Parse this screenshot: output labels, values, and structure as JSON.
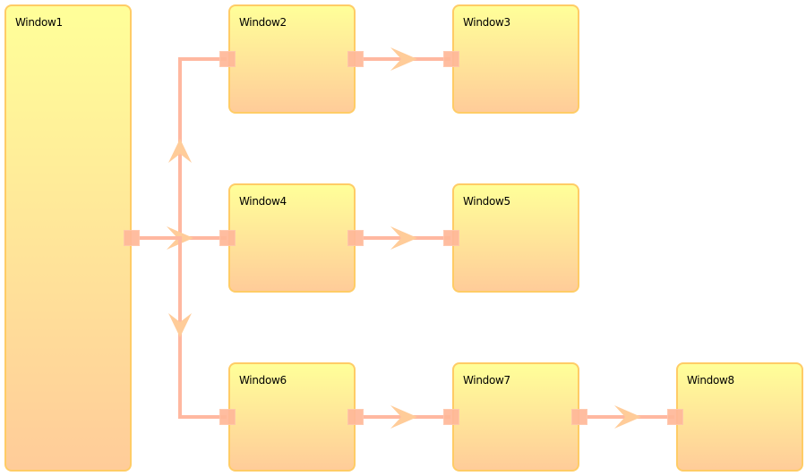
{
  "windows": [
    {
      "id": "w1",
      "title": "Window1"
    },
    {
      "id": "w2",
      "title": "Window2"
    },
    {
      "id": "w3",
      "title": "Window3"
    },
    {
      "id": "w4",
      "title": "Window4"
    },
    {
      "id": "w5",
      "title": "Window5"
    },
    {
      "id": "w6",
      "title": "Window6"
    },
    {
      "id": "w7",
      "title": "Window7"
    },
    {
      "id": "w8",
      "title": "Window8"
    }
  ],
  "connections": [
    {
      "from": "Window1",
      "to": "Window2"
    },
    {
      "from": "Window1",
      "to": "Window4"
    },
    {
      "from": "Window1",
      "to": "Window6"
    },
    {
      "from": "Window2",
      "to": "Window3"
    },
    {
      "from": "Window4",
      "to": "Window5"
    },
    {
      "from": "Window6",
      "to": "Window7"
    },
    {
      "from": "Window7",
      "to": "Window8"
    }
  ],
  "colors": {
    "window_border": "#ffcc66",
    "window_gradient_top": "#ffff99",
    "window_gradient_bottom": "#ffcc99",
    "connector_line": "#ffb8a0",
    "connector_arrow": "#ffcc99",
    "port": "#ffb899"
  }
}
